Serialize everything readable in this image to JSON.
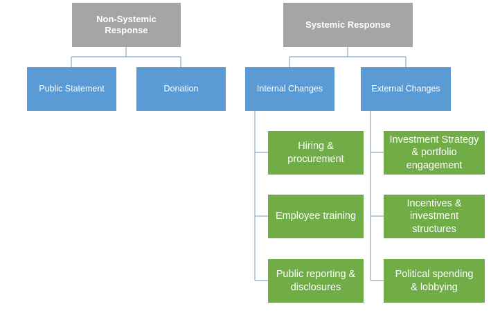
{
  "top": {
    "non_systemic": "Non-Systemic\nResponse",
    "systemic": "Systemic Response"
  },
  "non_systemic_children": [
    "Public Statement",
    "Donation"
  ],
  "systemic_children": [
    "Internal Changes",
    "External Changes"
  ],
  "internal_changes": [
    "Hiring &\nprocurement",
    "Employee training",
    "Public reporting &\ndisclosures"
  ],
  "external_changes": [
    "Investment Strategy\n& portfolio\nengagement",
    "Incentives &\ninvestment\nstructures",
    "Political spending\n& lobbying"
  ],
  "colors": {
    "top": "#a5a5a5",
    "level2": "#5b9bd5",
    "level3": "#70ad47",
    "connector": "#8eaac2"
  }
}
